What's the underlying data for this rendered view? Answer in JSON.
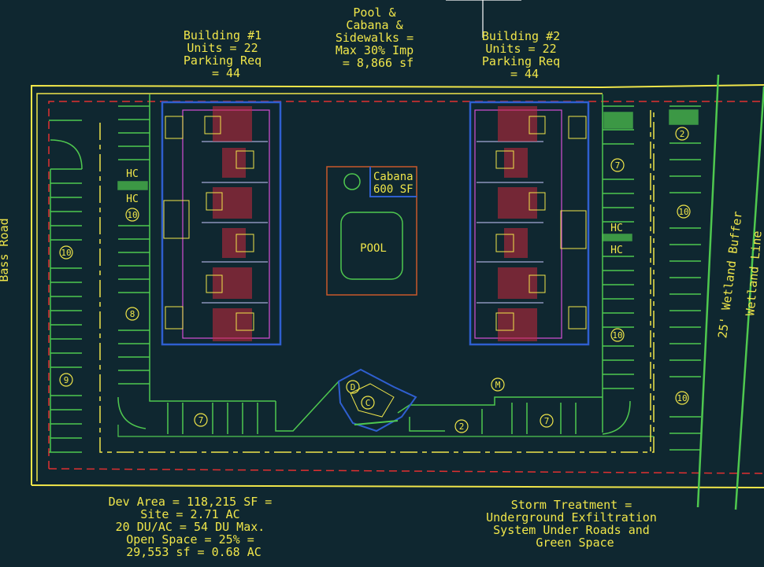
{
  "notes": {
    "building1": [
      "Building #1",
      "Units = 22",
      "Parking Req",
      "= 44"
    ],
    "building2": [
      "Building #2",
      "Units = 22",
      "Parking Req",
      "= 44"
    ],
    "pool_note": [
      "Pool &",
      "Cabana &",
      "Sidewalks =",
      "Max 30% Imp",
      "= 8,866 sf"
    ],
    "dev_area": [
      "Dev Area = 118,215 SF =",
      "Site = 2.71 AC",
      "20 DU/AC = 54 DU Max.",
      "Open Space = 25% =",
      "29,553 sf = 0.68 AC"
    ],
    "storm": [
      "Storm Treatment =",
      "Underground Exfiltration",
      "System Under Roads and",
      "Green Space"
    ]
  },
  "labels": {
    "road": "Bass Road",
    "wetland_buffer": "25' Wetland Buffer",
    "wetland_line": "Wetland Line",
    "pool": "POOL",
    "cabana": [
      "Cabana",
      "600 SF"
    ],
    "hc": "HC"
  },
  "stall_counts": {
    "left_inner_top": "10",
    "left_outer_top": "10",
    "left_inner_mid": "8",
    "left_outer_bottom": "9",
    "bottom_left": "7",
    "bottom_mid": "2",
    "bottom_right": "7",
    "right_inner_top": "7",
    "right_inner_bottom": "10",
    "far_right_top": "2",
    "far_right_mid": "10",
    "far_right_bottom": "10",
    "utility_m": "M",
    "utility_d": "D",
    "utility_c": "C"
  },
  "colors": {
    "background": "#0f2730",
    "boundary_yellow": "#f0e64a",
    "parking_green": "#4fc84f",
    "setback_red": "#e03030",
    "building_blue": "#2f5fd0",
    "cabana_orange": "#c8582a"
  }
}
